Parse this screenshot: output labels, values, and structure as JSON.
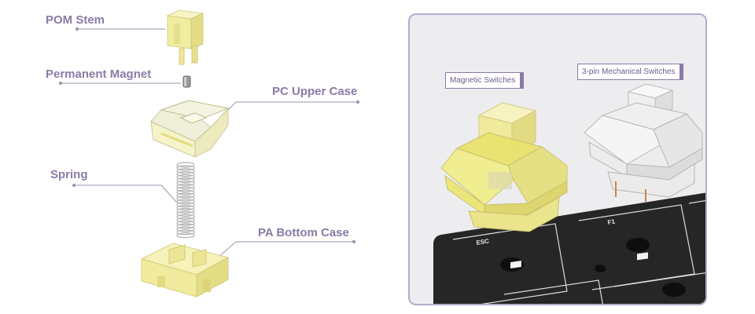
{
  "exploded_view": {
    "labels": {
      "stem": "POM Stem",
      "magnet": "Permanent Magnet",
      "upper_case": "PC Upper Case",
      "spring": "Spring",
      "bottom_case": "PA Bottom Case"
    }
  },
  "comparison": {
    "magnetic_tag": "Magnetic Switches",
    "mechanical_tag": "3-pin Mechanical Switches",
    "keys": [
      "ESC",
      "F1"
    ]
  },
  "colors": {
    "accent": "#8a7aa6",
    "yellow_part": "#f1eda0",
    "plate": "#262626"
  }
}
